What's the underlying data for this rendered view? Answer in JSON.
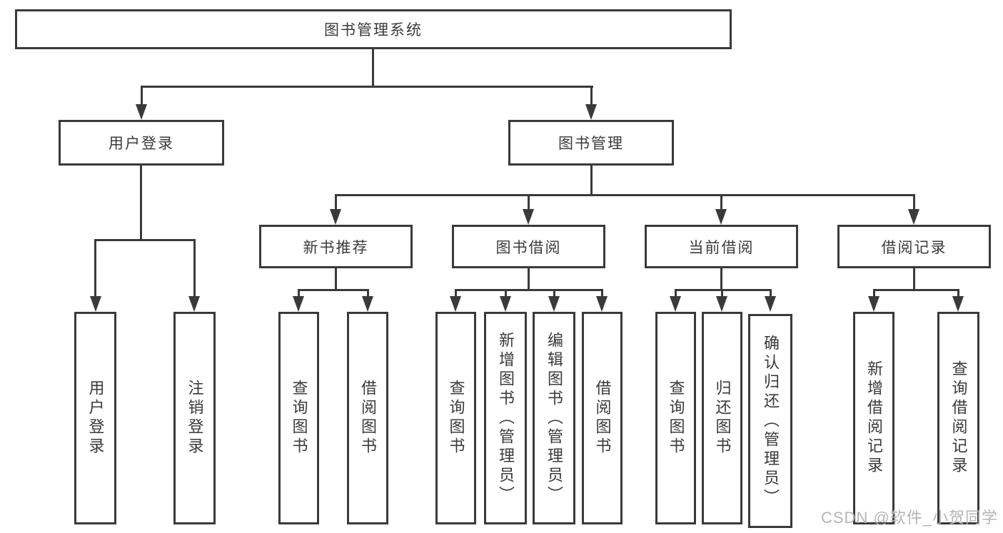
{
  "diagram_title": "图书管理系统",
  "nodes": {
    "root": {
      "label": "图书管理系统"
    },
    "user_login": {
      "label": "用户登录"
    },
    "book_mgmt": {
      "label": "图书管理"
    },
    "new_book_rec": {
      "label": "新书推荐"
    },
    "book_borrow": {
      "label": "图书借阅"
    },
    "current_borrow": {
      "label": "当前借阅"
    },
    "borrow_record": {
      "label": "借阅记录"
    },
    "ul_user_login": {
      "label": "用户登录"
    },
    "ul_logout": {
      "label": "注销登录"
    },
    "nr_query_book": {
      "label": "查询图书"
    },
    "nr_borrow_book": {
      "label": "借阅图书"
    },
    "bb_query_book": {
      "label": "查询图书"
    },
    "bb_add_book": {
      "label": "新增图书（管理员）"
    },
    "bb_edit_book": {
      "label": "编辑图书（管理员）"
    },
    "bb_borrow_book": {
      "label": "借阅图书"
    },
    "cb_query_book": {
      "label": "查询图书"
    },
    "cb_return_book": {
      "label": "归还图书"
    },
    "cb_confirm_return": {
      "label": "确认归还（管理员）"
    },
    "br_add_record": {
      "label": "新增借阅记录"
    },
    "br_query_record": {
      "label": "查询借阅记录"
    }
  },
  "hierarchy": {
    "图书管理系统": {
      "用户登录": [
        "用户登录",
        "注销登录"
      ],
      "图书管理": {
        "新书推荐": [
          "查询图书",
          "借阅图书"
        ],
        "图书借阅": [
          "查询图书",
          "新增图书（管理员）",
          "编辑图书（管理员）",
          "借阅图书"
        ],
        "当前借阅": [
          "查询图书",
          "归还图书",
          "确认归还（管理员）"
        ],
        "借阅记录": [
          "新增借阅记录",
          "查询借阅记录"
        ]
      }
    }
  },
  "watermark": {
    "text": "CSDN @软件_小贺同学"
  },
  "colors": {
    "line": "#3a3a3a",
    "text": "#3a3a3a",
    "background": "#ffffff",
    "watermark": "#b5b5b5"
  }
}
